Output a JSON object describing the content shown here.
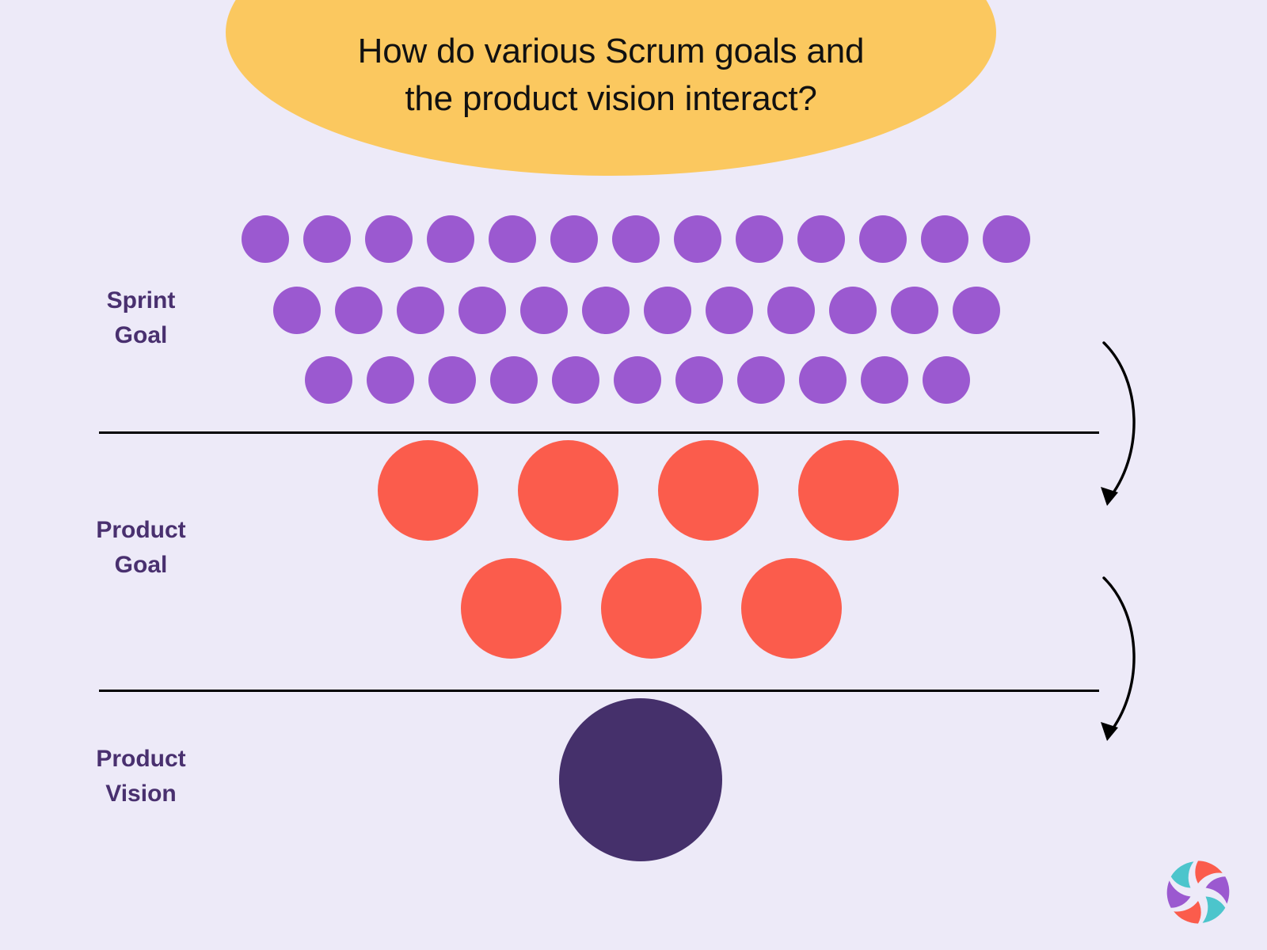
{
  "background_color": "#edeaf8",
  "title": {
    "text": "How do various Scrum goals and\nthe product vision interact?",
    "line_1": "How do various Scrum goals and",
    "line_2": "the product vision interact?",
    "banner_color": "#fbc85f",
    "text_color": "#111111"
  },
  "sections": [
    {
      "id": "sprint-goal",
      "label": "Sprint\nGoal",
      "label_line_1": "Sprint",
      "label_line_2": "Goal",
      "dot_color": "#9b59d0",
      "dot_counts": [
        13,
        12,
        11
      ],
      "total_dots": 36
    },
    {
      "id": "product-goal",
      "label": "Product\nGoal",
      "label_line_1": "Product",
      "label_line_2": "Goal",
      "dot_color": "#fb5c4c",
      "dot_counts": [
        4,
        3
      ],
      "total_dots": 7
    },
    {
      "id": "product-vision",
      "label": "Product\nVision",
      "label_line_1": "Product",
      "label_line_2": "Vision",
      "dot_color": "#45306b",
      "dot_counts": [
        1
      ],
      "total_dots": 1
    }
  ],
  "label_color": "#49306f",
  "dividers": {
    "count": 2,
    "color": "#000000"
  },
  "arrows": {
    "count": 2,
    "color": "#000000",
    "direction": "downward-curved",
    "semantic": "sprint-goals-roll-up-to-product-goal-which-rolls-up-to-product-vision"
  },
  "logo": {
    "name": "pinwheel-logo",
    "petal_colors": [
      "#fb5c4c",
      "#9b59d0",
      "#4cc5cc"
    ],
    "petal_count": 6
  }
}
